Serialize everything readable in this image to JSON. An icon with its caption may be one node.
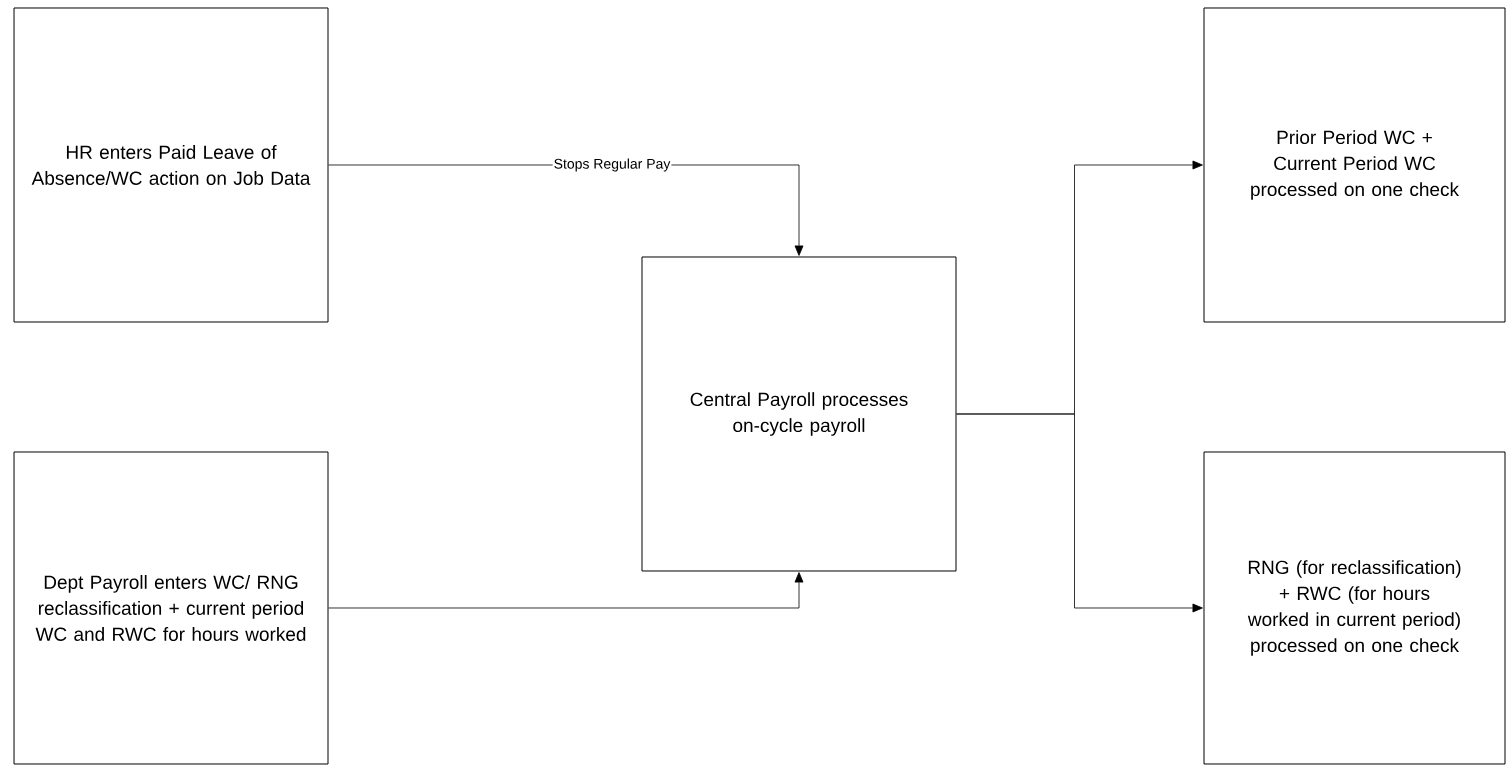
{
  "diagram": {
    "nodes": [
      {
        "text": [
          "HR enters Paid Leave of Absence/WC action on Job Data"
        ]
      },
      {
        "text": [
          "Dept Payroll enters WC/ RNG reclassification + current period WC and RWC for hours worked"
        ]
      },
      {
        "text": [
          "Central Payroll processes on-cycle payroll"
        ]
      },
      {
        "text": [
          "Prior Period WC + Current Period WC processed on one check"
        ]
      },
      {
        "text": [
          "RNG (for reclassification) + RWC (for hours worked in current period) processed on one check"
        ]
      }
    ],
    "edges": [
      {
        "from": 0,
        "to": 2,
        "arrow": "to",
        "label": "Stops Regular Pay"
      },
      {
        "from": 1,
        "to": 2,
        "arrow": "to"
      },
      {
        "from": 2,
        "to": 3,
        "arrow": "to"
      },
      {
        "from": 2,
        "to": 4,
        "arrow": "to"
      }
    ]
  }
}
